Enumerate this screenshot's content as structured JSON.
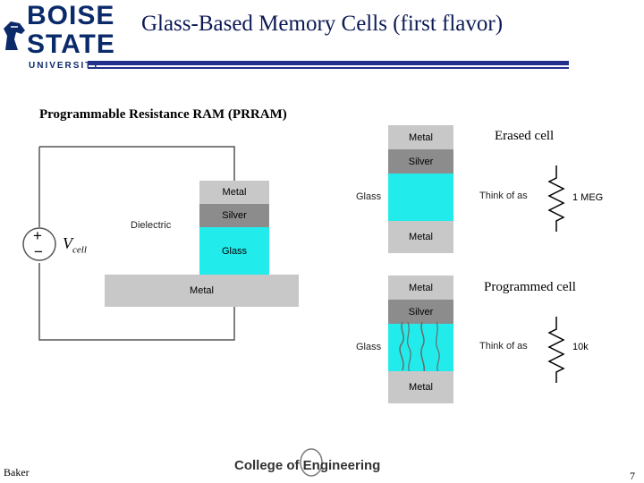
{
  "logo": {
    "line1": "BOISE",
    "line2": "STATE",
    "line3": "UNIVERSITY",
    "color": "#0a2a6a"
  },
  "slide": {
    "title": "Glass-Based Memory Cells (first flavor)",
    "subtitle": "Programmable Resistance RAM (PRRAM)"
  },
  "circuit": {
    "source_plus": "+",
    "source_minus": "−",
    "vcell_main": "V",
    "vcell_sub": "cell",
    "dielectric_label": "Dielectric",
    "layers": [
      "Metal",
      "Silver",
      "Glass"
    ],
    "base_layer": "Metal"
  },
  "erased_cell": {
    "title": "Erased cell",
    "layers": [
      "Metal",
      "Silver",
      "Metal"
    ],
    "glass_label": "Glass",
    "think_label": "Think of as",
    "resistance": "1 MEG"
  },
  "programmed_cell": {
    "title": "Programmed cell",
    "layers": [
      "Metal",
      "Silver",
      "Metal"
    ],
    "glass_label": "Glass",
    "think_label": "Think of as",
    "resistance": "10k"
  },
  "footer": {
    "author": "Baker",
    "college": "College of Engineering",
    "page_number": "7"
  },
  "colors": {
    "metal": "#c8c8c8",
    "silver": "#8c8c8c",
    "glass": "#22ebeb",
    "accent_rule": "#24318c"
  }
}
